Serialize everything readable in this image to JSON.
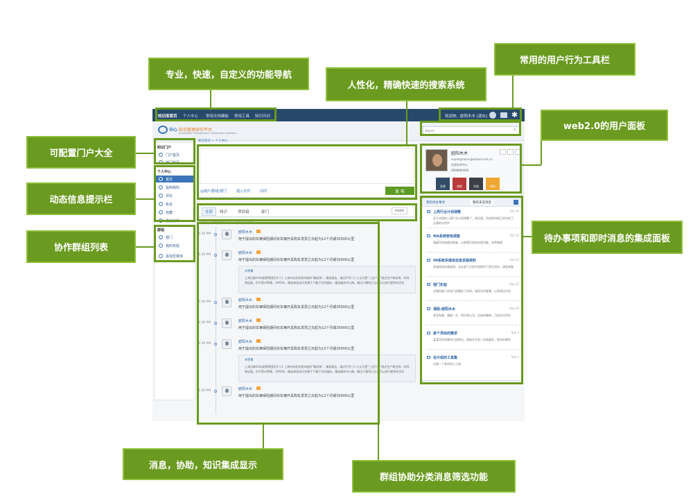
{
  "callouts": {
    "nav": "专业，快速，自定义的功能导航",
    "search": "人性化，精确快速的搜索系统",
    "toolbar": "常用的用户行为工具栏",
    "web20": "web2.0的用户面板",
    "portal": "可配置门户大全",
    "dynamic": "动态信息提示栏",
    "group": "协作群组列表",
    "todo": "待办事项和即时消息的集成面板",
    "messages": "消息，协助，知识集成显示",
    "filter": "群组协助分类消息筛选功能"
  },
  "topnav": {
    "items": [
      "知识库首页",
      "个人中心",
      "常用文档模板",
      "常用工具",
      "知识问问"
    ],
    "greeting": "欢迎你，欧阳木木 [退出]"
  },
  "logo": {
    "mark": "中心",
    "title": "知识管理协作平台",
    "subtitle": "Knowledge management collaboration platform"
  },
  "search": {
    "placeholder": "Search"
  },
  "breadcrumb": "知识首页 > 个人中心",
  "left": {
    "portal_title": "知识门户",
    "portal_items": [
      "门户首页",
      "部门首页"
    ],
    "personal_title": "个人中心",
    "personal_items": [
      "首页",
      "提到我的",
      "评论",
      "私信",
      "收藏",
      "发给我的"
    ],
    "group_title": "群组",
    "group_items": [
      "部门",
      "我的实验",
      "添加至菜单"
    ]
  },
  "composer": {
    "tools": [
      "@用户/群组/部门",
      "插入文件",
      "问问"
    ],
    "publish": "发 布"
  },
  "filter": {
    "tabs": [
      "全部",
      "知识",
      "项目组",
      "部门"
    ],
    "more": "more"
  },
  "feed_date": "TODAY WEDNESDAY OCTOBER 15,2012",
  "messages": [
    {
      "time": "1:39 PM",
      "name": "欧阳木木",
      "text": "用于提出的车辆保险期间买车辆开具购车发票之日起为12个月或30000公里",
      "quote": null
    },
    {
      "time": "1:39 PM",
      "name": "欧阳木木",
      "text": "用于提出的车辆保险期间买车辆开具购车发票之日起为12个月或30000公里",
      "quote": {
        "title": "#项目",
        "body": "上海汉森10年度营销团队开人】上海市去机关周年度的“精选海”，精选报告，请点开专门人士认为是“三无产品”缺乏生产商名称，时间和证据，仍不是对等事，1995年，精选海里成天系便子下着于生的服务，精选服务中心做。精点只事项已认证可以进行更多的活动"
      }
    },
    {
      "time": "1:39 PM",
      "name": "欧阳木木",
      "text": "用于提出的车辆保险期间买车辆开具购车发票之日起为12个月或30000公里",
      "quote": null
    },
    {
      "time": "1:39 PM",
      "name": "欧阳木木",
      "text": "用于提出的车辆保险期间买车辆开具购车发票之日起为12个月或30000公里",
      "quote": null
    },
    {
      "time": "1:39 PM",
      "name": "欧阳木木",
      "text": "用于提出的车辆保险期间买车辆开具购车发票之日起为12个月或30000公里",
      "quote": {
        "title": "#项目",
        "body": "上海汉森10年度营销团队开人】上海市去机关周年度的“精选海”，精选报告，请点开专门人士认为是“三无产品”缺乏生产商名称，时间和证据，仍不是对等事，1995年，精选海里成天系便子下着于生的服务，精选服务中心做。精点只事项已认证可以进行更多的活动"
      }
    },
    {
      "time": "1:39 PM",
      "name": "欧阳木木",
      "text": "用于提出的车辆保险期间买车辆开具购车发票之日起为12个月或30000公里",
      "quote": null
    }
  ],
  "profile": {
    "name": "欧阳木木",
    "email": "ouyangmumu@icloud.com.cn",
    "dept": "信息技术中心",
    "phone": "0898880040",
    "actions": [
      "发表",
      "流程",
      "文档",
      "问问"
    ]
  },
  "tabs": [
    "我的待办事项",
    "我的未读消息"
  ],
  "todos": [
    {
      "title": "上周行业计划调整",
      "date": "Oct 15",
      "text": "关于本周的上周行业计划调整了，请注意，完成的时候已经完成了，近期的计划中"
    },
    {
      "title": "MA系统使用调查",
      "date": "Oct 15",
      "text": "请填写系统使用调查，以便我们改进系统功能，非常感谢"
    },
    {
      "title": "IM系统多媒体信息发展资料",
      "date": "Oct 15",
      "text": "多媒体资料请查阅，设计部门已经为您提供了部分资料，请您查看"
    },
    {
      "title": "部门实验",
      "date": "Sep 11",
      "text": "近期的部门实验已经确定了时间，请您及时查看，以免错过实验"
    },
    {
      "title": "请假-欧阳木木",
      "date": "Sep 10",
      "text": "家里有事，请假一天，明天到公司，交接的事情，已经交代完毕"
    },
    {
      "title": "某个项目的需求",
      "date": "Sep 3",
      "text": "某某项目的需求已经提出，请各位开发人员准备好，相关的事项"
    },
    {
      "title": "设计组的工具集",
      "date": "Sep 1",
      "text": "近期一个有用的小工具"
    }
  ]
}
